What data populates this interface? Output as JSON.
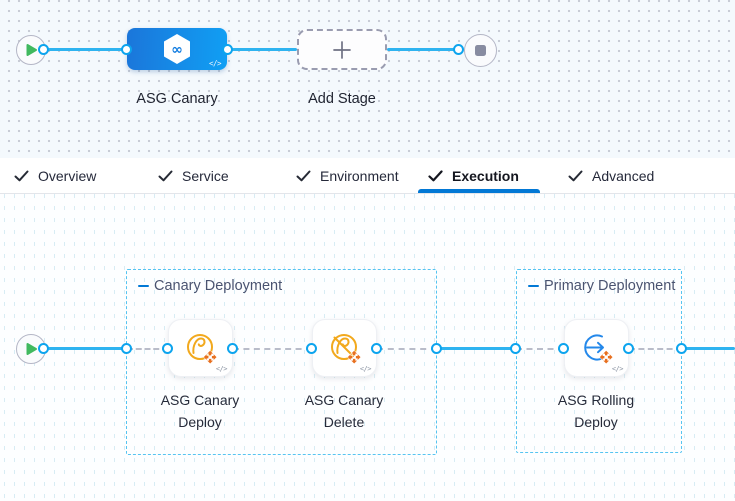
{
  "pipeline": {
    "stage_name": "ASG Canary",
    "add_stage_label": "Add Stage",
    "code_glyph": "</>"
  },
  "tabs": {
    "items": [
      {
        "label": "Overview"
      },
      {
        "label": "Service"
      },
      {
        "label": "Environment"
      },
      {
        "label": "Execution"
      },
      {
        "label": "Advanced"
      }
    ],
    "active": "Execution"
  },
  "execution": {
    "groups": [
      {
        "title": "Canary Deployment",
        "steps": [
          {
            "label": "ASG Canary Deploy",
            "icon": "canary-deploy-icon"
          },
          {
            "label": "ASG Canary Delete",
            "icon": "canary-delete-icon"
          }
        ]
      },
      {
        "title": "Primary Deployment",
        "steps": [
          {
            "label": "ASG Rolling Deploy",
            "icon": "rolling-deploy-icon"
          }
        ]
      }
    ]
  },
  "colors": {
    "accent_blue": "#0278d5",
    "connector_blue": "#2eb3f0",
    "dot_ring": "#0ca4ee",
    "group_border": "#56c4f1",
    "canary_orange": "#f2a91d",
    "cross_orange": "#e8701f",
    "rolling_blue": "#2488ea",
    "play_green": "#41b95f"
  }
}
